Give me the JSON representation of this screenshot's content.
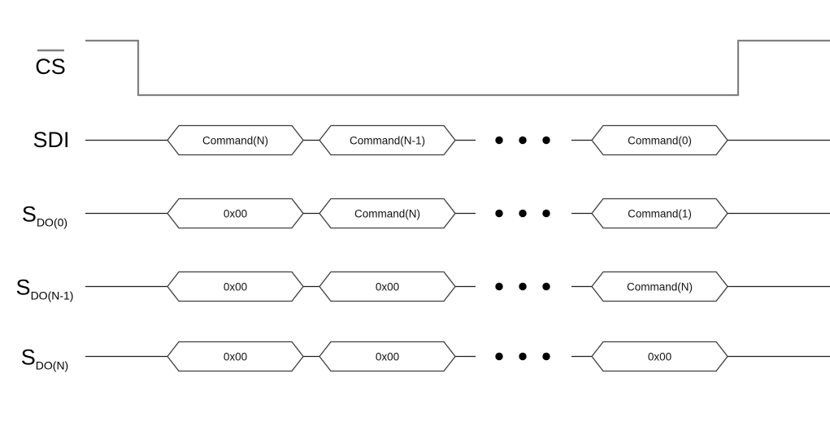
{
  "diagram": {
    "description": "SPI daisy-chain command propagation timing diagram",
    "background": "#ffffff",
    "colors": {
      "cs_trace": "#808080",
      "overline": "#808080",
      "bus_line": "#1f1f1f",
      "hex_stroke": "#3f3f3f",
      "hex_fill": "#ffffff",
      "dot": "#000000",
      "text": "#000000"
    },
    "cs_row": {
      "label": "CS",
      "active_low_overline": true,
      "waveform": [
        "high",
        "fall",
        "low",
        "rise",
        "high"
      ]
    },
    "ellipsis_dot_count": 3,
    "bus_rows": [
      {
        "label": "SDI",
        "label_sub": "",
        "cells": [
          "Command(N)",
          "Command(N-1)",
          "Command(0)"
        ]
      },
      {
        "label": "S",
        "label_sub": "DO(0)",
        "cells": [
          "0x00",
          "Command(N)",
          "Command(1)"
        ]
      },
      {
        "label": "S",
        "label_sub": "DO(N-1)",
        "cells": [
          "0x00",
          "0x00",
          "Command(N)"
        ]
      },
      {
        "label": "S",
        "label_sub": "DO(N)",
        "cells": [
          "0x00",
          "0x00",
          "0x00"
        ]
      }
    ]
  }
}
